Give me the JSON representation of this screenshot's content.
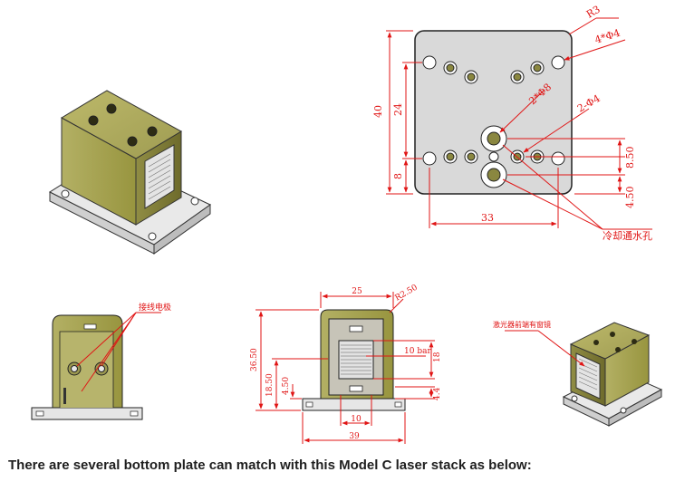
{
  "colors": {
    "body_olive": "#a7a55a",
    "body_olive_dark": "#7a7733",
    "plate_gray": "#d8d8d8",
    "dim_red": "#e01515",
    "outline": "#1a1a1a"
  },
  "plate_drawing": {
    "radius_label": "R3",
    "holes_4_label": "4*Φ4",
    "holes_2_phi8_label": "2*Φ8",
    "holes_2_phi4_label": "2-Φ4",
    "dim_height": "40",
    "dim_24": "24",
    "dim_8": "8",
    "dim_8_50": "8.50",
    "dim_4_50": "4.50",
    "dim_width": "33",
    "cooling_label": "冷却通水孔"
  },
  "side_view": {
    "electrode_label": "接线电极"
  },
  "front_view": {
    "dim_top_width": "25",
    "dim_r2_50": "R2.50",
    "dim_height_36_50": "36.50",
    "dim_18_50": "18.50",
    "dim_4_50": "4.50",
    "bar_label": "10 bar",
    "dim_18": "18",
    "dim_4_4": "4.4",
    "dim_10": "10",
    "dim_39": "39"
  },
  "iso_small": {
    "window_label": "激光器前端有窗镜"
  },
  "caption": "There are several bottom plate can match with this Model C laser stack as below:"
}
